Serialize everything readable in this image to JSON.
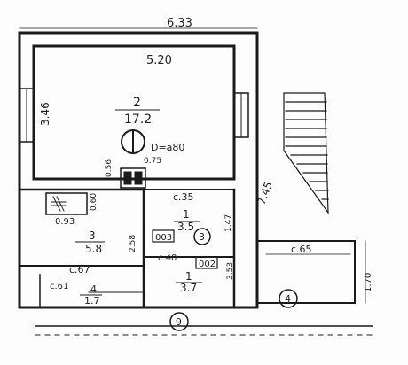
{
  "plan": {
    "dims": {
      "top_width": "6.33",
      "inner_width": "5.20",
      "left_height": "3.46",
      "right_height": "7.45",
      "dim_056": "0.56",
      "dim_075": "0.75",
      "dim_335": "c.35",
      "dim_093": "0.93",
      "dim_060": "0.60",
      "dim_358": "2.58",
      "dim_440": "c.40",
      "dim_147": "1.47",
      "dim_353": "3.53",
      "dim_067": "c.67",
      "dim_061": "c.61",
      "dim_265": "c.65",
      "dim_170": "1.70",
      "diam": "D=a80"
    },
    "rooms": [
      {
        "num": "2",
        "area": "17.2"
      },
      {
        "num": "3",
        "area": "5.8"
      },
      {
        "num": "1",
        "area": "3.5"
      },
      {
        "num": "1",
        "area": "3.7"
      },
      {
        "num": "4",
        "area": "1.7"
      }
    ],
    "tags": {
      "t003": "003",
      "t002": "002"
    },
    "circles": {
      "c3": "3",
      "c4": "4",
      "c9": "9"
    }
  }
}
